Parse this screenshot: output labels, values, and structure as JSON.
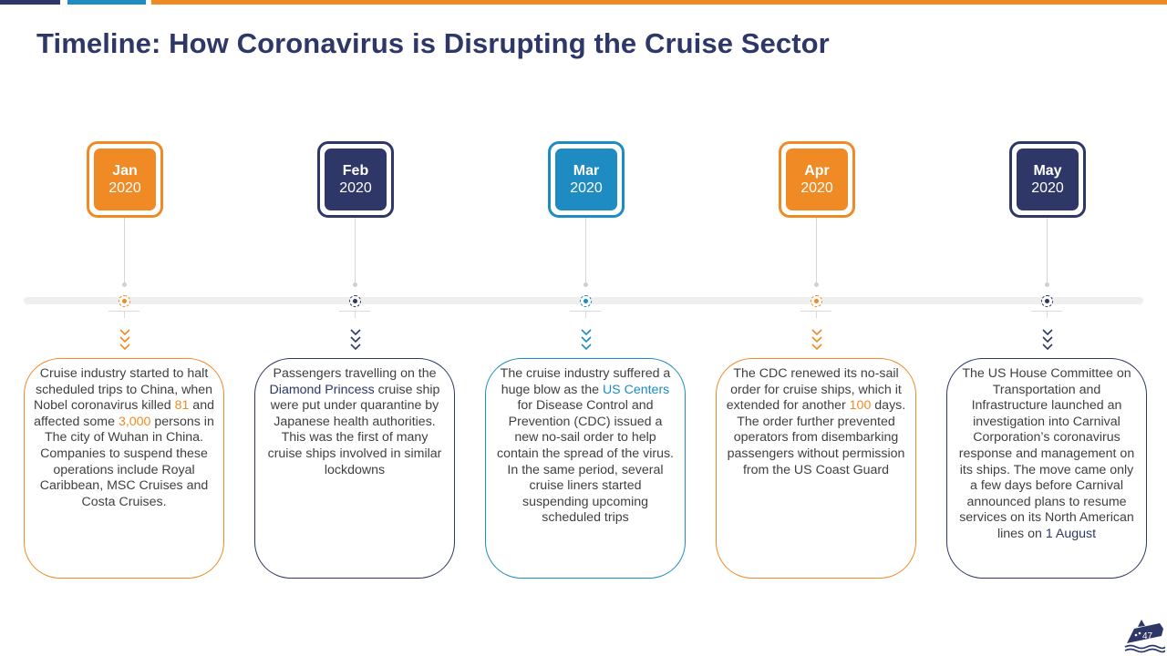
{
  "title": "Timeline: How Coronavirus is Disrupting the Cruise Sector",
  "colors": {
    "navy": "#2e3768",
    "blue": "#1e8bc3",
    "orange": "#f08a24",
    "track": "#efefef"
  },
  "timeline": [
    {
      "month": "Jan",
      "year": "2020",
      "color": "orange",
      "text": [
        "Cruise industry started to halt scheduled trips to China, when Nobel coronavirus killed ",
        "81",
        " and affected some ",
        "3,000",
        " persons in The city of Wuhan in China. Companies to suspend these operations include Royal Caribbean, MSC Cruises and Costa Cruises."
      ]
    },
    {
      "month": "Feb",
      "year": "2020",
      "color": "navy",
      "text": [
        "Passengers travelling on the ",
        "Diamond Princess",
        " cruise ship were put under quarantine by Japanese health authorities. This was the first of many cruise ships involved in similar lockdowns"
      ]
    },
    {
      "month": "Mar",
      "year": "2020",
      "color": "blue",
      "text": [
        "The cruise industry suffered a huge blow as the ",
        "US Centers",
        " for Disease Control and Prevention (CDC) issued a new no-sail order to help contain the spread of the virus. In the same period, several cruise liners started suspending upcoming scheduled trips"
      ]
    },
    {
      "month": "Apr",
      "year": "2020",
      "color": "orange",
      "text": [
        "The CDC renewed its no-sail order for cruise ships, which it extended for another ",
        "100",
        " days. The order further prevented operators from disembarking passengers without permission from the US Coast Guard"
      ]
    },
    {
      "month": "May",
      "year": "2020",
      "color": "navy",
      "text": [
        "The US House Committee on Transportation and Infrastructure launched an investigation into Carnival Corporation’s coronavirus response and management on its ships. The move came only a few days before Carnival announced plans to resume services on its North American lines on ",
        "1 August"
      ]
    }
  ],
  "footer": {
    "page_number": "47",
    "logo_icon": "cruise-ship-icon"
  }
}
